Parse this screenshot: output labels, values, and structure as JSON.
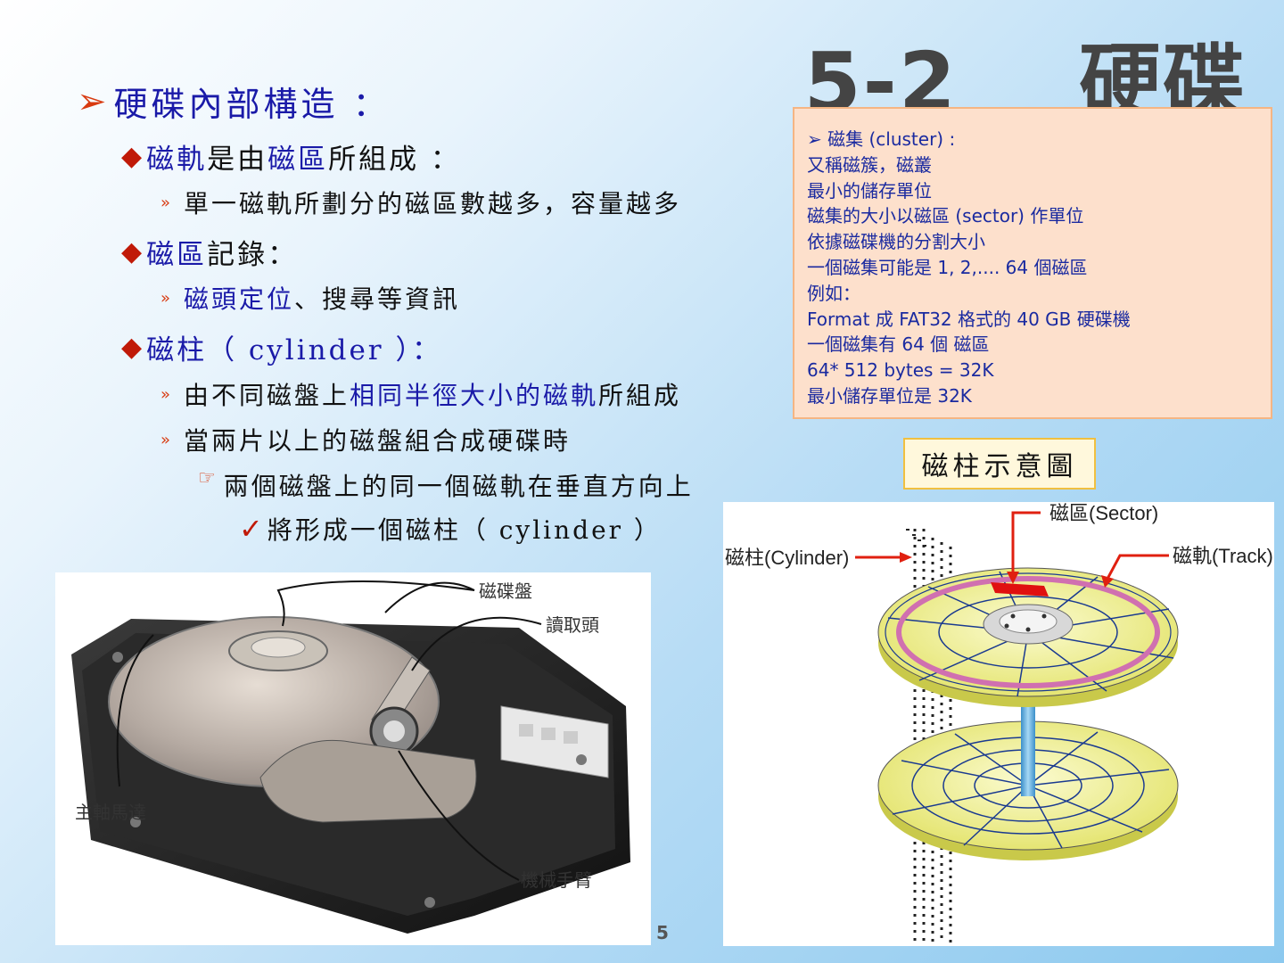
{
  "title": "5-2    硬碟",
  "outline": {
    "heading": {
      "text": "硬碟內部構造 ："
    },
    "item1": {
      "part_a": "磁軌",
      "part_b": "是由",
      "part_c": "磁區",
      "part_d": "所組成 ："
    },
    "item1_sub": "單一磁軌所劃分的磁區數越多，容量越多",
    "item2": {
      "part_a": "磁區",
      "part_b": "記錄："
    },
    "item2_sub": {
      "part_a": "磁頭定位",
      "part_b": "、搜尋等資訊"
    },
    "item3": {
      "text": "磁柱（ cylinder ）："
    },
    "item3_sub1": {
      "part_a": "由不同磁盤上",
      "part_b": "相同半徑大小的磁軌",
      "part_c": "所組成"
    },
    "item3_sub2": "當兩片以上的磁盤組合成硬碟時",
    "item3_sub2_detail": "兩個磁盤上的同一個磁軌在垂直方向上",
    "item3_sub2_result": "將形成一個磁柱（ cylinder ）"
  },
  "infobox": {
    "lines": [
      "➢ 磁集 (cluster) :",
      "又稱磁簇，磁叢",
      "最小的儲存單位",
      "磁集的大小以磁區 (sector) 作單位",
      "依據磁碟機的分割大小",
      "一個磁集可能是 1, 2,.... 64 個磁區",
      "例如：",
      " Format 成 FAT32 格式的 40 GB 硬碟機",
      "一個磁集有 64 個 磁區",
      "64* 512 bytes = 32K",
      "最小儲存單位是 32K"
    ]
  },
  "diagram_caption": "磁柱示意圖",
  "photo_labels": {
    "platter": "磁碟盤",
    "head": "讀取頭",
    "spindle": "主軸馬達",
    "arm": "機械手臂"
  },
  "diagram_labels": {
    "sector": "磁區(Sector)",
    "cylinder": "磁柱(Cylinder)",
    "track": "磁軌(Track)"
  },
  "page_number": "5",
  "colors": {
    "heading_blue": "#1a1aa8",
    "bullet_red": "#c01a08",
    "infobox_bg": "#fde0cc",
    "infobox_text": "#1a2aa0",
    "platter_yellow": "#f0f08a",
    "track_pink": "#d070b0"
  },
  "icons": {
    "level1_bullet": "arrow-bullet-icon",
    "level2_bullet": "diamond-bullet-icon",
    "level3_bullet": "chevron-bullet-icon",
    "level4_bullet": "pointing-hand-icon",
    "level5_bullet": "checkmark-icon"
  }
}
